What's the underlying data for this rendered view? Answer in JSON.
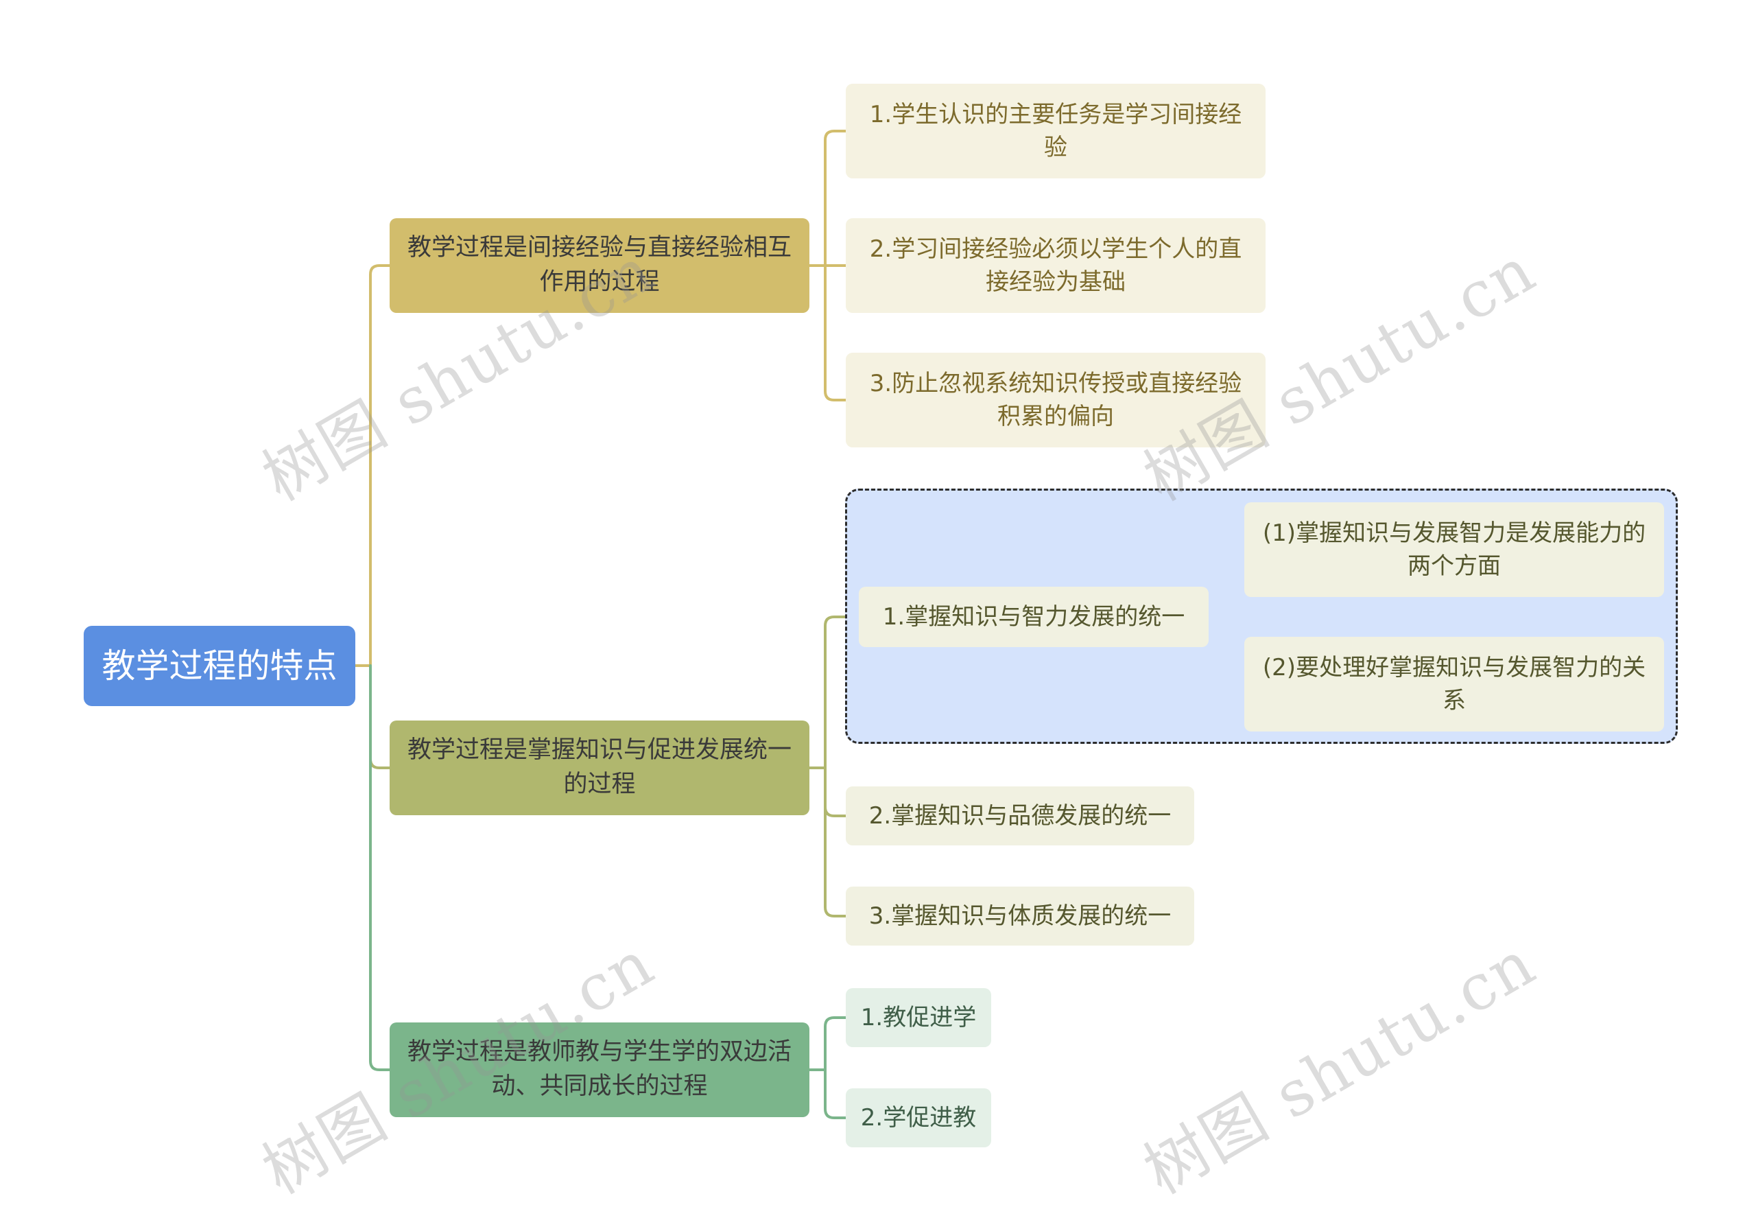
{
  "root": {
    "label": "教学过程的特点"
  },
  "branches": [
    {
      "label": "教学过程是间接经验与直接经验相互作用的过程",
      "children": [
        "1.学生认识的主要任务是学习间接经验",
        "2.学习间接经验必须以学生个人的直接经验为基础",
        "3.防止忽视系统知识传授或直接经验积累的偏向"
      ]
    },
    {
      "label": "教学过程是掌握知识与促进发展统一的过程",
      "children": [
        {
          "label": "1.掌握知识与智力发展的统一",
          "children": [
            "(1)掌握知识与发展智力是发展能力的两个方面",
            "(2)要处理好掌握知识与发展智力的关系"
          ]
        },
        "2.掌握知识与品德发展的统一",
        "3.掌握知识与体质发展的统一"
      ]
    },
    {
      "label": "教学过程是教师教与学生学的双边活动、共同成长的过程",
      "children": [
        "1.教促进学",
        "2.学促进教"
      ]
    }
  ],
  "watermark": "树图 shutu.cn",
  "colors": {
    "root": "#5b8fe1",
    "branch1": "#d2bd6c",
    "branch2": "#b0b76e",
    "branch3": "#7bb58b",
    "group_bg": "#d5e3fc"
  }
}
